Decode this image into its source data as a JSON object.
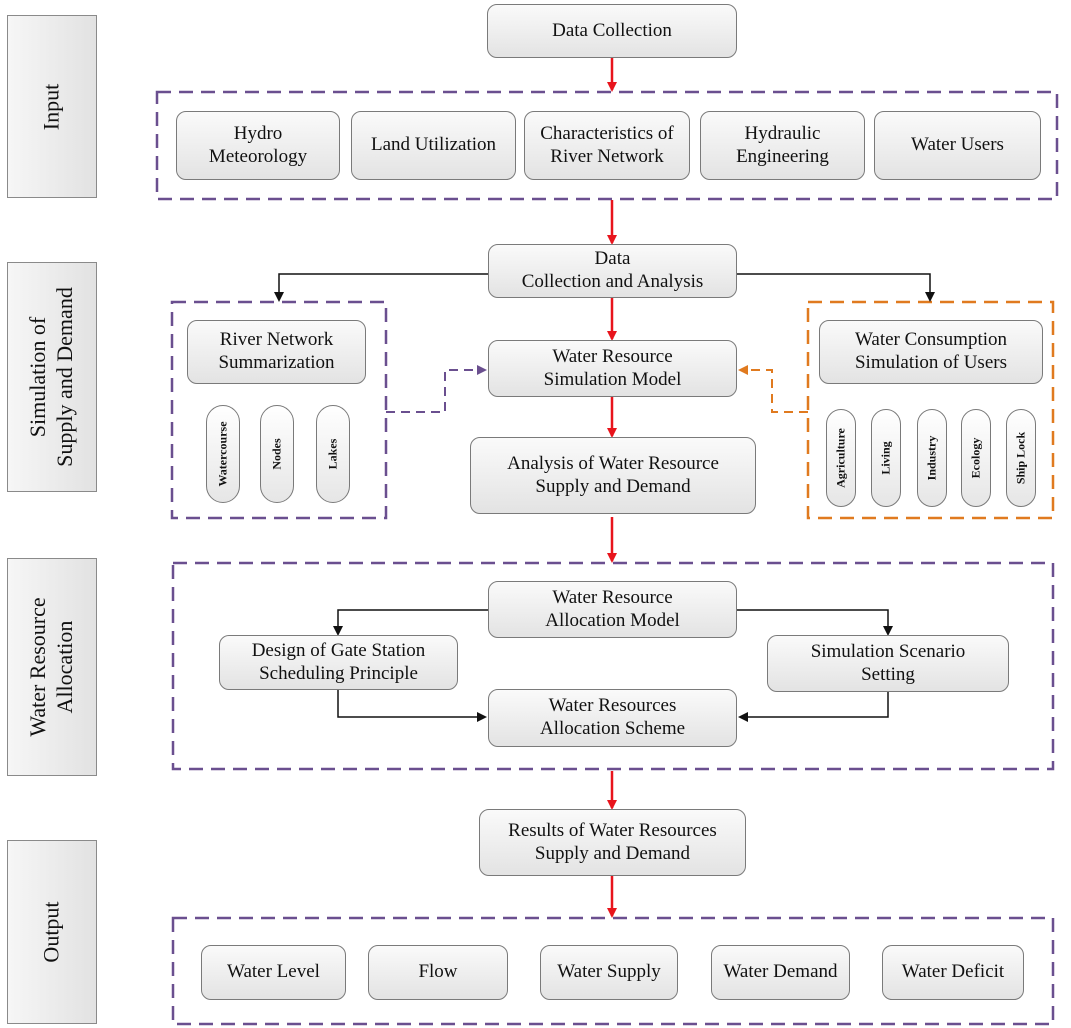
{
  "colors": {
    "red_arrow": "#e8141c",
    "black_arrow": "#111111",
    "purple_dash": "#6a4f8f",
    "orange_dash": "#e07a1f"
  },
  "sections": {
    "input": "Input",
    "simulation": [
      "Simulation of",
      "Supply and Demand"
    ],
    "allocation": [
      "Water Resource",
      "Allocation"
    ],
    "output": "Output"
  },
  "data_collection": "Data Collection",
  "inputs": [
    [
      "Hydro",
      "Meteorology"
    ],
    [
      "Land Utilization"
    ],
    [
      "Characteristics of",
      "River Network"
    ],
    [
      "Hydraulic",
      "Engineering"
    ],
    [
      "Water Users"
    ]
  ],
  "data_analysis": [
    "Data",
    "Collection and Analysis"
  ],
  "river_network": {
    "title": [
      "River Network",
      "Summarization"
    ],
    "items": [
      "Watercourse",
      "Nodes",
      "Lakes"
    ]
  },
  "simulation_model": [
    "Water Resource",
    "Simulation Model"
  ],
  "supply_demand_analysis": [
    "Analysis of Water Resource",
    "Supply and Demand"
  ],
  "consumption": {
    "title": [
      "Water Consumption",
      "Simulation of Users"
    ],
    "items": [
      "Agriculture",
      "Living",
      "Industry",
      "Ecology",
      "Ship Lock"
    ]
  },
  "allocation_model": [
    "Water Resource",
    "Allocation Model"
  ],
  "gate_design": [
    "Design of Gate Station",
    "Scheduling Principle"
  ],
  "scenario": [
    "Simulation Scenario",
    "Setting"
  ],
  "allocation_scheme": [
    "Water Resources",
    "Allocation Scheme"
  ],
  "results": [
    "Results of Water Resources",
    "Supply and Demand"
  ],
  "outputs": [
    "Water Level",
    "Flow",
    "Water Supply",
    "Water Demand",
    "Water Deficit"
  ]
}
